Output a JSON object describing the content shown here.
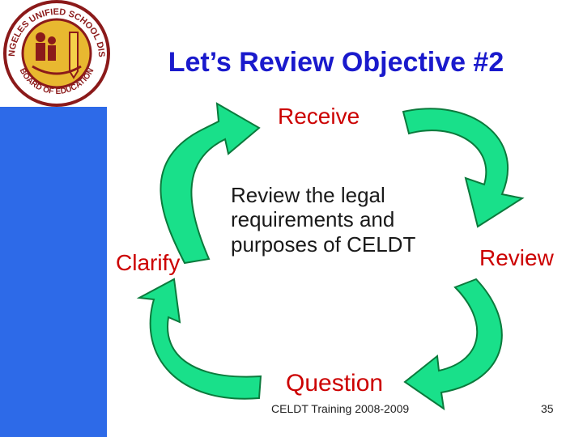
{
  "slide": {
    "title": "Let’s Review Objective #2",
    "center_text": "Review the legal requirements and purposes of CELDT",
    "cycle": {
      "top": "Receive",
      "left": "Clarify",
      "right": "Review",
      "bottom": "Question"
    },
    "footer": "CELDT Training 2008-2009",
    "page_number": "35"
  },
  "seal": {
    "ring_text_top": "LOS ANGELES UNIFIED SCHOOL DISTRICT",
    "ring_text_bottom": "BOARD OF EDUCATION"
  },
  "colors": {
    "title": "#1a1acc",
    "cycle_label": "#cc0000",
    "arrow_fill": "#19e08a",
    "arrow_dark": "#0b7a3c",
    "side_bar": "#2d6ae8"
  }
}
